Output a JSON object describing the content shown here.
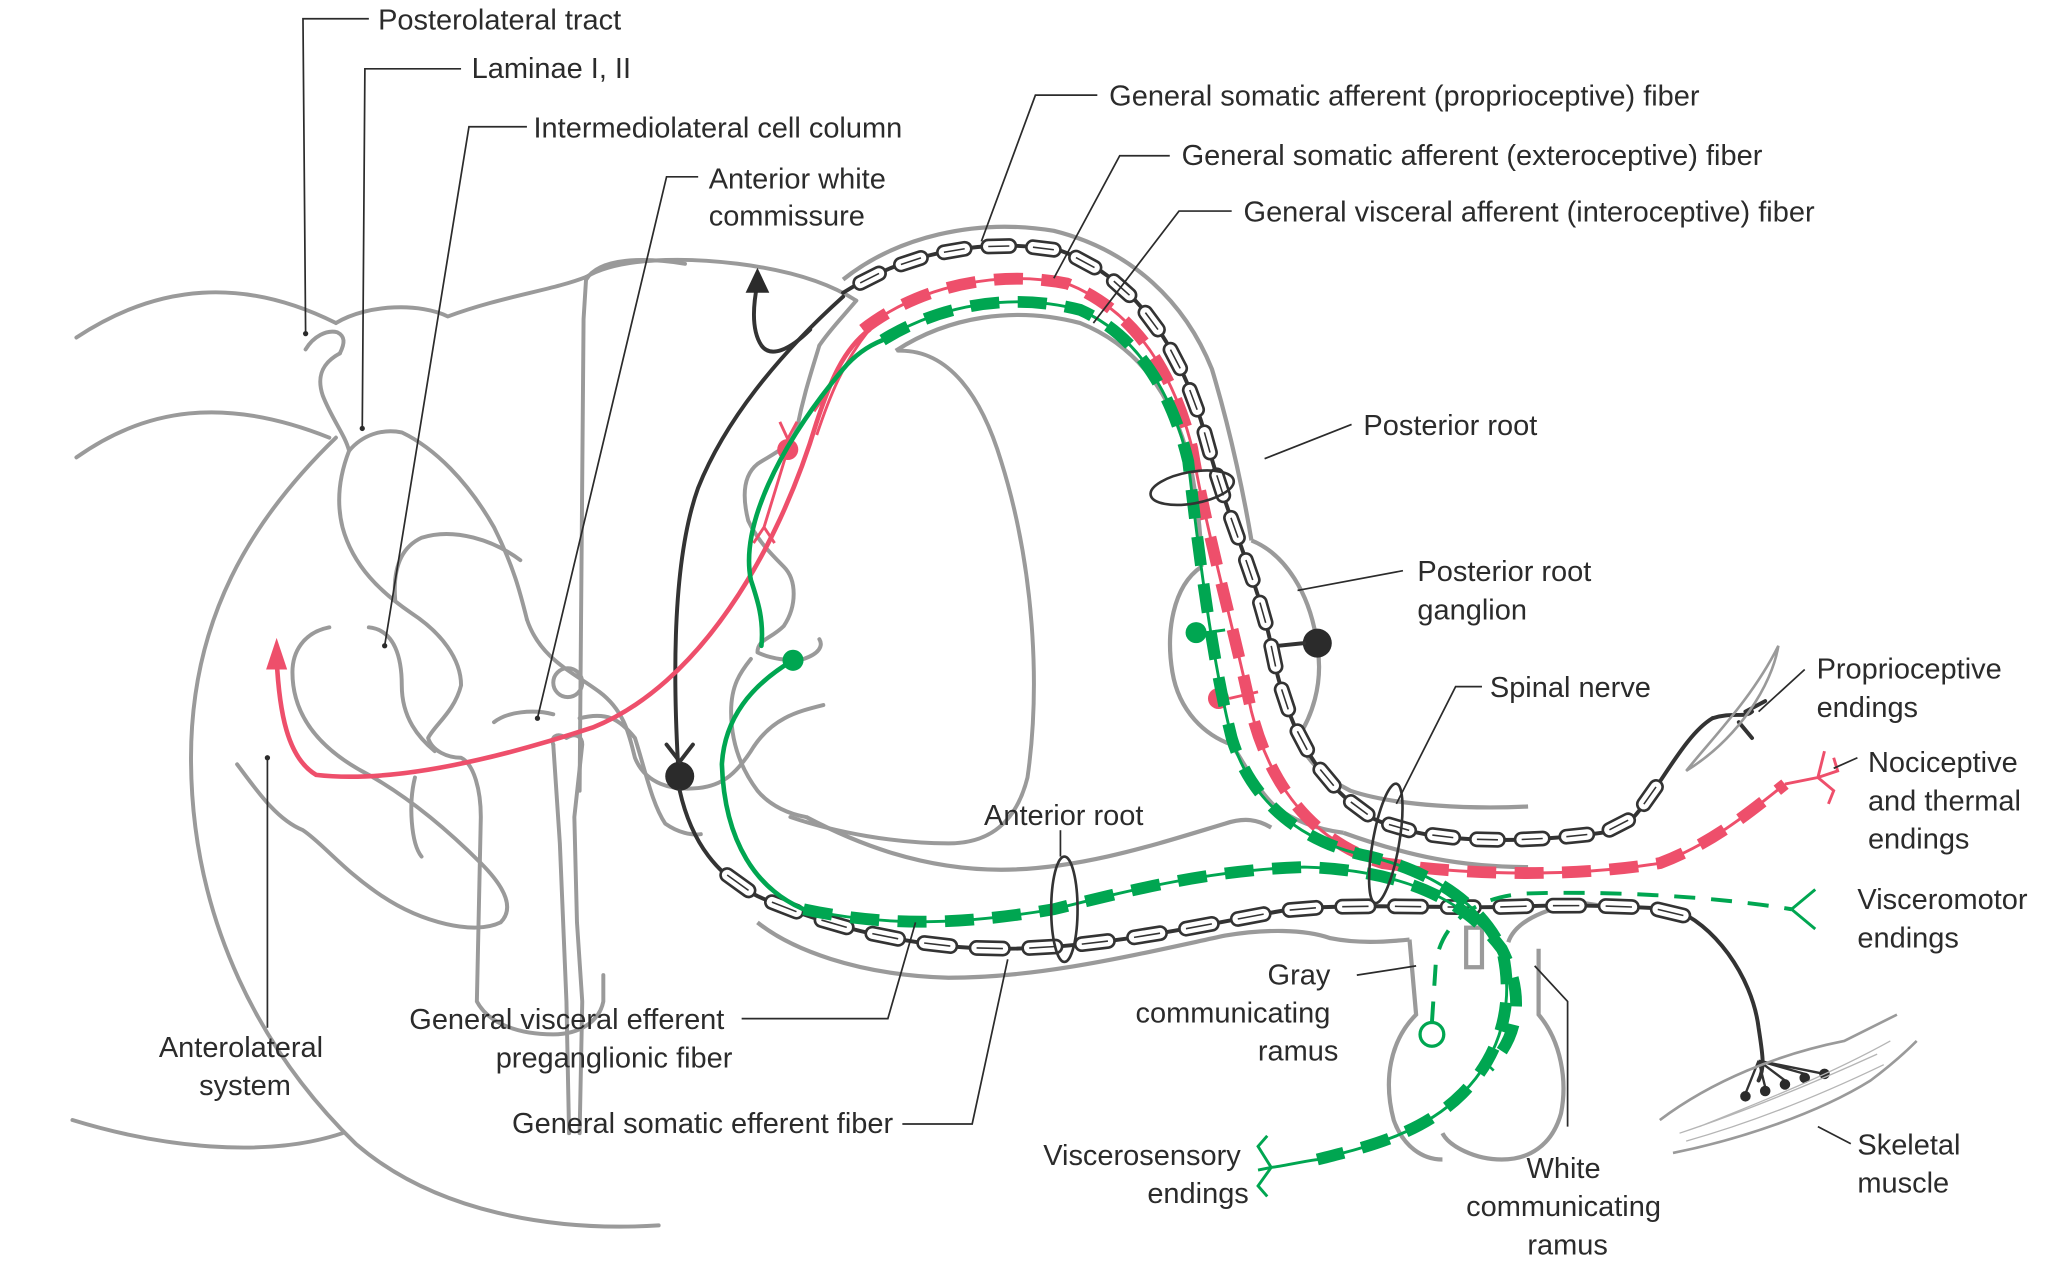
{
  "figure": {
    "type": "anatomical cross-section diagram",
    "subject": "Spinal cord segment with spinal nerve components and functional fiber types",
    "colors": {
      "somatic_afferent_proprioceptive": "#333333",
      "somatic_afferent_exteroceptive": "#ee4f6b",
      "visceral_afferent_and_efferent": "#00a651",
      "cord_outline": "#9a9a9a"
    }
  },
  "labels": {
    "posterolateral_tract": "Posterolateral tract",
    "laminae": "Laminae I, II",
    "intermediolateral": "Intermediolateral cell column",
    "anterior_white_commissure": [
      "Anterior white",
      "commissure"
    ],
    "gsa_proprioceptive": "General somatic afferent (proprioceptive) fiber",
    "gsa_exteroceptive": "General somatic afferent (exteroceptive) fiber",
    "gva_interoceptive": "General visceral afferent (interoceptive) fiber",
    "posterior_root": "Posterior root",
    "posterior_root_ganglion": [
      "Posterior root",
      "ganglion"
    ],
    "spinal_nerve": "Spinal nerve",
    "proprioceptive_endings": [
      "Proprioceptive",
      "endings"
    ],
    "nociceptive_endings": [
      "Nociceptive",
      "and thermal",
      "endings"
    ],
    "visceromotor_endings": [
      "Visceromotor",
      "endings"
    ],
    "anterior_root": "Anterior root",
    "gray_ramus": [
      "Gray",
      "communicating",
      "ramus"
    ],
    "white_ramus": [
      "White",
      "communicating",
      "ramus"
    ],
    "skeletal_muscle": [
      "Skeletal",
      "muscle"
    ],
    "viscerosensory_endings": [
      "Viscerosensory",
      "endings"
    ],
    "gve_preganglionic": [
      "General visceral efferent",
      "preganglionic fiber"
    ],
    "gse_fiber": "General somatic efferent fiber",
    "anterolateral_system": [
      "Anterolateral",
      "system"
    ]
  }
}
